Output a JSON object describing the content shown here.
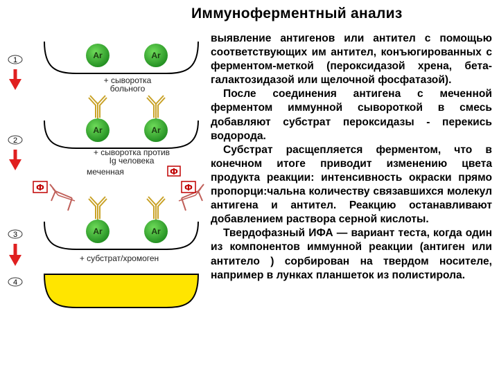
{
  "title": "Иммуноферментный анализ",
  "paragraphs": [
    "выявление антигенов или антител с помощью соответствующих им антител, конъюгированных с ферментом-меткой (пероксидазой хрена, бета-галактозидазой или щелочной фосфатазой).",
    "После соединения антигена с меченной ферментом иммунной сывороткой в смесь добавляют субстрат пероксидазы - перекись водорода.",
    "Субстрат расщепляется ферментом, что в конечном итоге приводит изменению цвета продукта реакции: интенсивность окраски прямо пропорци:чальна количеству связавшихся молекул антигена и антител. Реакцию останавливают добавлением раствора серной кислоты.",
    "Твердофазный ИФА — вариант теста, когда один из компонентов иммунной реакции (антиген или антитело ) сорбирован на твердом носителе, например в лунках планшеток из полистирола."
  ],
  "diagram": {
    "steps": [
      "1",
      "2",
      "3",
      "4"
    ],
    "antigen_label": "Ar",
    "enzyme_label": "Ф",
    "labels": {
      "serum_line1": "+ сыворотка",
      "serum_line2": "больного",
      "antiserum_line1": "+ сыворотка против",
      "antiserum_line2": "Ig человека",
      "labeled": "меченная",
      "substrate": "+ субстрат/хромоген"
    },
    "colors": {
      "antigen": "#2aa12a",
      "arrow": "#e02020",
      "antibody": "#c9a227",
      "enzyme_antibody": "#c0605a",
      "enzyme_label": "#c00000",
      "chromogen": "#ffe500"
    }
  }
}
